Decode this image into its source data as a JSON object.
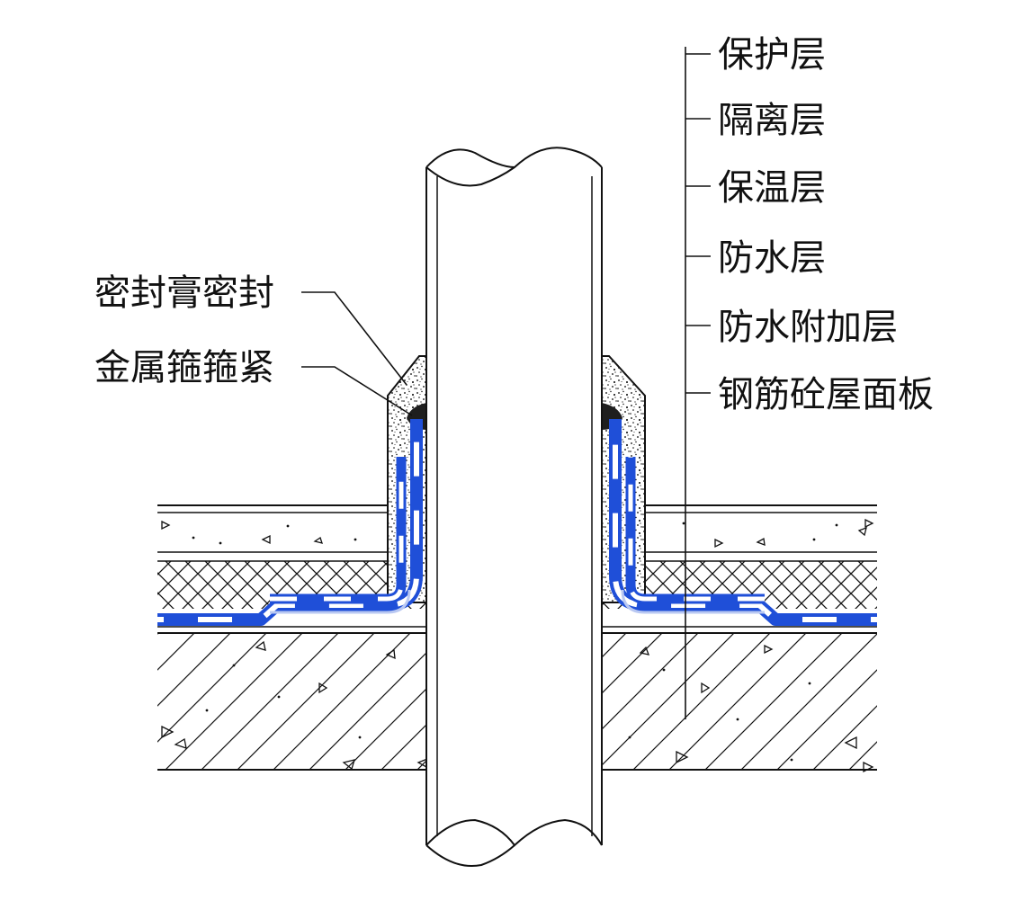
{
  "diagram": {
    "right_labels": [
      "保护层",
      "隔离层",
      "保温层",
      "防水层",
      "防水附加层",
      "钢筋砼屋面板"
    ],
    "left_labels": [
      "密封膏密封",
      "金属箍箍紧"
    ],
    "colors": {
      "line": "#111111",
      "waterproof_blue": "#1f4fd8",
      "light_blue": "#b9c8f2",
      "sealant_dark": "#222222",
      "background": "#ffffff"
    }
  }
}
